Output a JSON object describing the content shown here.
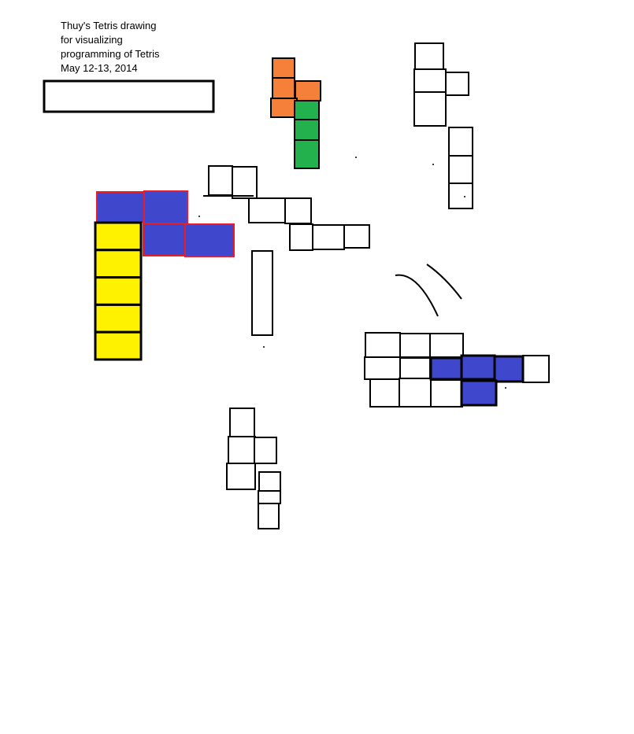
{
  "caption": {
    "line1": "Thuy's Tetris drawing",
    "line2": "for visualizing",
    "line3": "programming of Tetris",
    "line4": "May 12-13, 2014"
  },
  "colors": {
    "orange": "#f4803a",
    "green": "#22b14c",
    "blue": "#3f48cc",
    "yellow": "#fff200",
    "red_outline": "#ed1c24",
    "outline": "#000000",
    "empty": "#ffffff"
  }
}
